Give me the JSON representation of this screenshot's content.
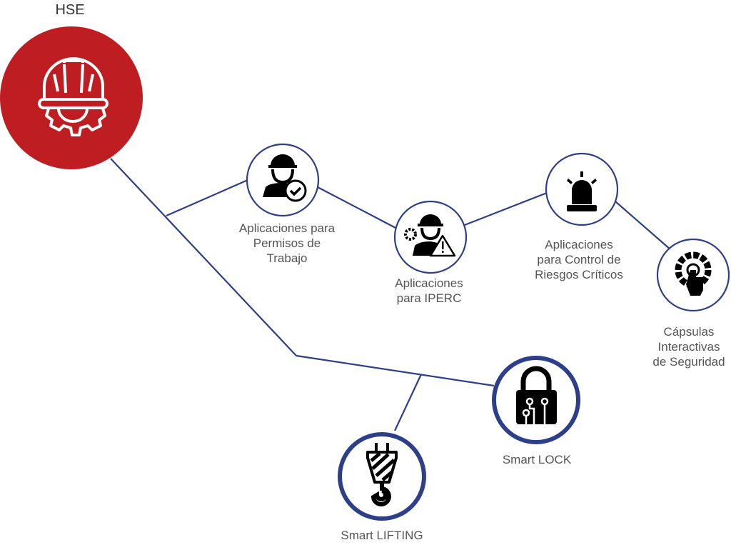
{
  "colors": {
    "hse": "#be1e22",
    "line": "#2e3f8a",
    "icon": "#000000",
    "text": "#555555"
  },
  "root": {
    "label": "HSE",
    "icon": "hardhat-gear-icon"
  },
  "nodes": [
    {
      "id": "permisos",
      "lines": [
        "Aplicaciones para",
        "Permisos de",
        "Trabajo"
      ],
      "icon": "worker-check-icon"
    },
    {
      "id": "iperc",
      "lines": [
        "Aplicaciones",
        "para IPERC"
      ],
      "icon": "worker-warning-icon"
    },
    {
      "id": "riesgos",
      "lines": [
        "Aplicaciones",
        "para Control de",
        "Riesgos Críticos"
      ],
      "icon": "siren-icon"
    },
    {
      "id": "capsulas",
      "lines": [
        "Cápsulas",
        "Interactivas",
        "de Seguridad"
      ],
      "icon": "touch-icon"
    },
    {
      "id": "lock",
      "lines": [
        "Smart LOCK"
      ],
      "icon": "smart-lock-icon"
    },
    {
      "id": "lifting",
      "lines": [
        "Smart LIFTING"
      ],
      "icon": "crane-hook-icon"
    }
  ]
}
